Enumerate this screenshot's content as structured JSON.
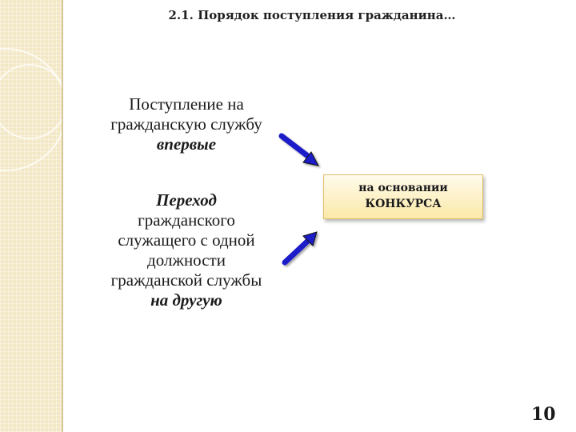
{
  "slide": {
    "title": "2.1. Порядок поступления гражданина…",
    "page_number": "10"
  },
  "diagram": {
    "source_first": {
      "line1": "Поступление на",
      "line2": "гражданскую службу",
      "emphasis": "впервые"
    },
    "source_transfer": {
      "emphasis_top": "Переход",
      "line1": "гражданского",
      "line2": "служащего с одной",
      "line3": "должности",
      "line4": "гражданской службы",
      "emphasis_bottom": "на другую"
    },
    "result": {
      "line1": "на основании",
      "line2": "КОНКУРСА"
    },
    "arrow_color": "#1f1fc8"
  }
}
